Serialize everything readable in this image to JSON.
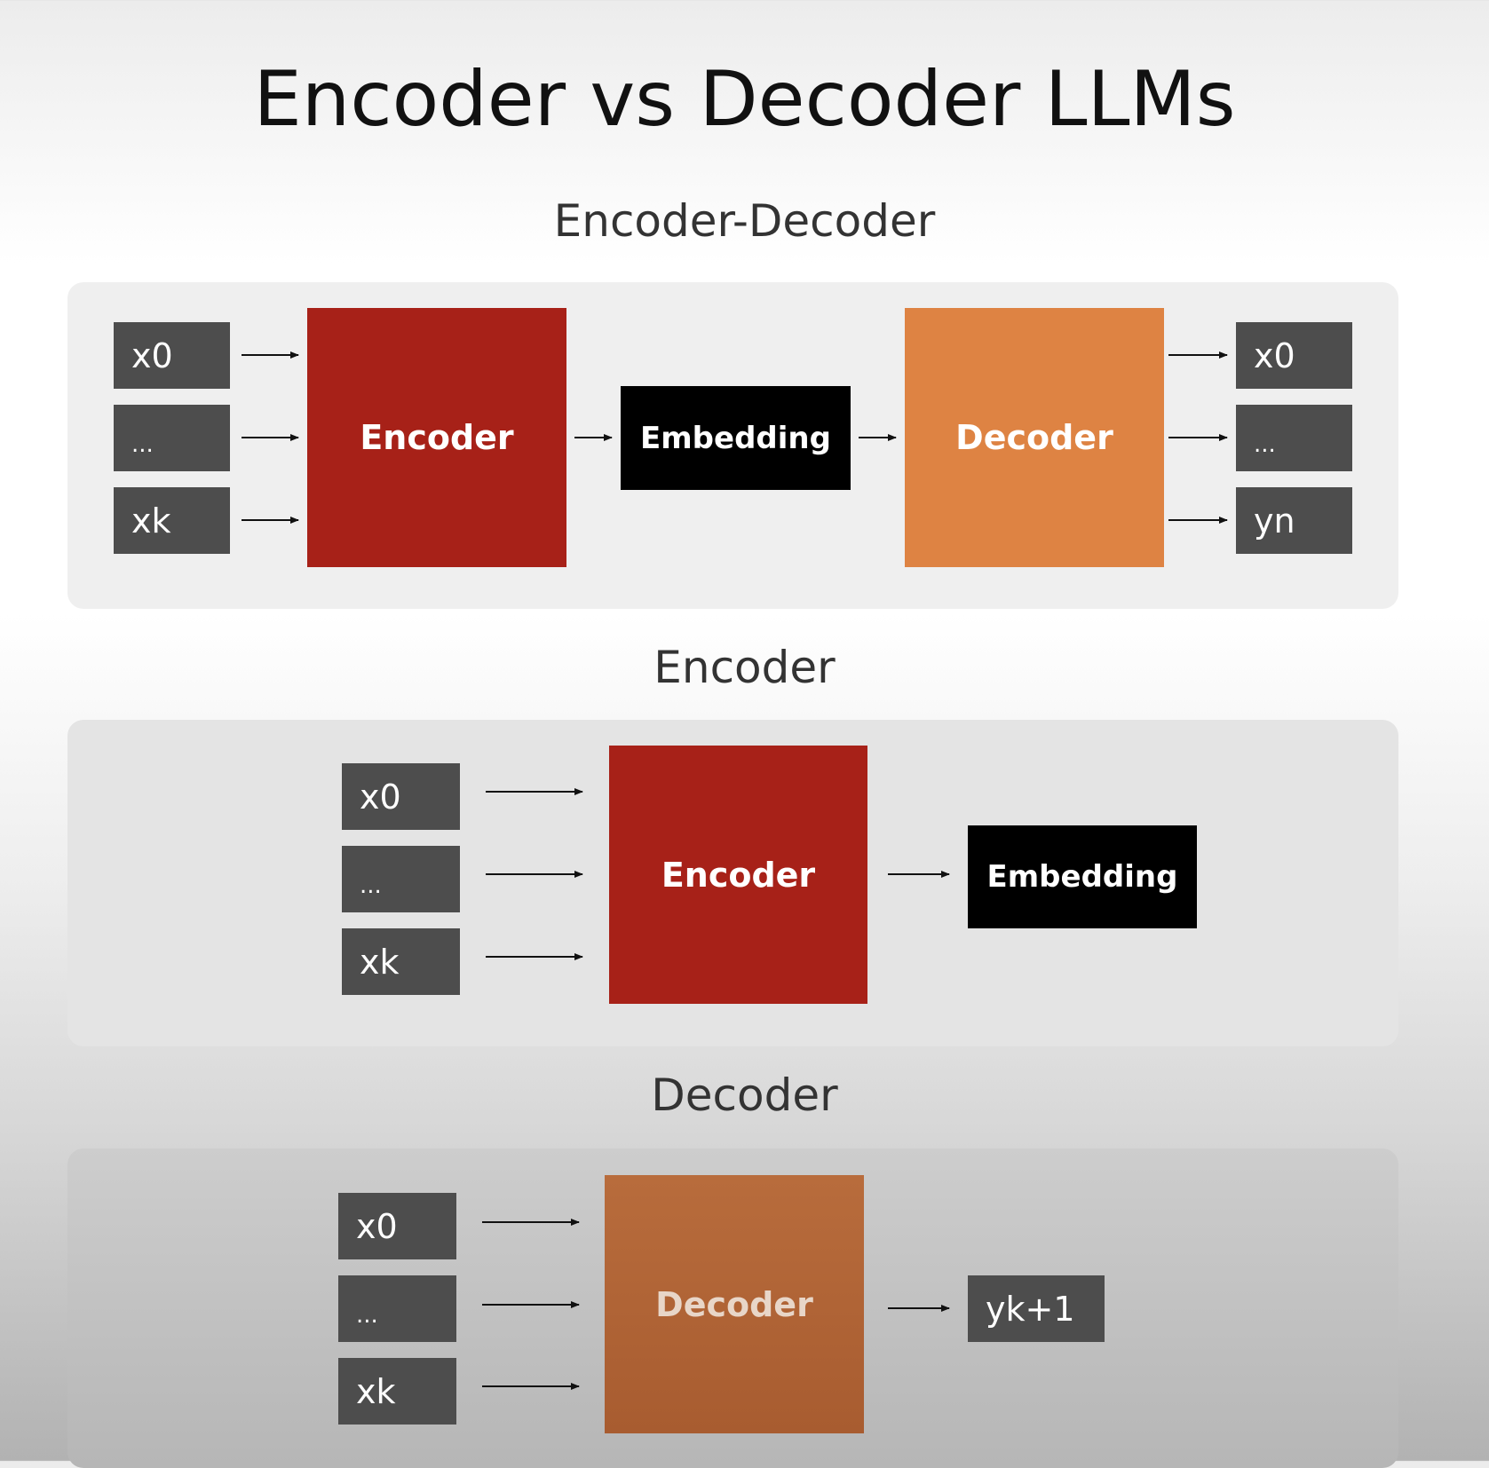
{
  "title": "Encoder vs Decoder LLMs",
  "sections": {
    "encoder_decoder": {
      "title": "Encoder-Decoder",
      "inputs": [
        "x0",
        "...",
        "xk"
      ],
      "encoder_label": "Encoder",
      "embedding_label": "Embedding",
      "decoder_label": "Decoder",
      "outputs": [
        "x0",
        "...",
        "yn"
      ]
    },
    "encoder": {
      "title": "Encoder",
      "inputs": [
        "x0",
        "...",
        "xk"
      ],
      "encoder_label": "Encoder",
      "embedding_label": "Embedding"
    },
    "decoder": {
      "title": "Decoder",
      "inputs": [
        "x0",
        "...",
        "xk"
      ],
      "decoder_label": "Decoder",
      "output": "yk+1"
    }
  },
  "colors": {
    "encoder": "#a72118",
    "decoder": "#de8343",
    "decoder_dark": "#b06436",
    "embedding": "#000000",
    "token": "#4d4d4d"
  }
}
